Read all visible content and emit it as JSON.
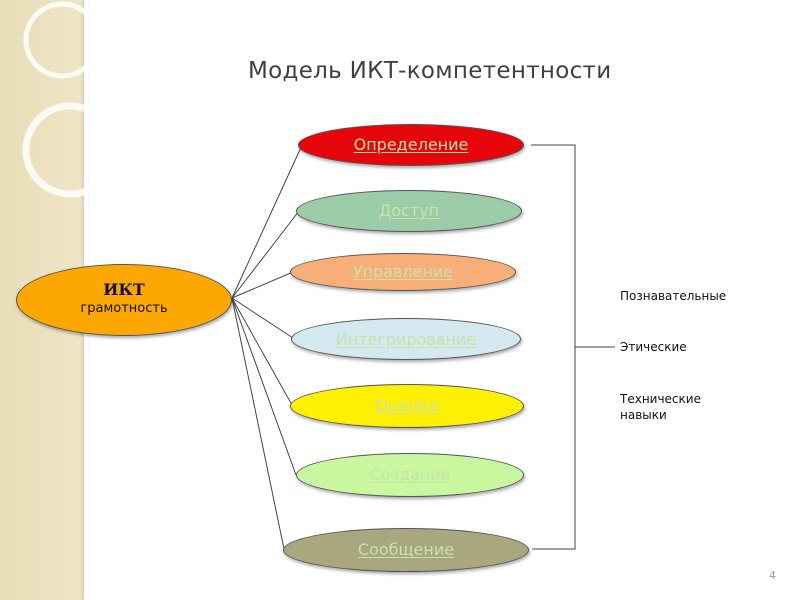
{
  "title": "Модель ИКТ-компетентности",
  "center_node": {
    "line1": "ИКТ",
    "line2": "грамотность"
  },
  "nodes": [
    {
      "label": "Определение",
      "color": "#e5050a"
    },
    {
      "label": "Доступ",
      "color": "#9ccba8"
    },
    {
      "label": "Управление",
      "color": "#f7ae78"
    },
    {
      "label": "Интегрирование",
      "color": "#d4e8ef"
    },
    {
      "label": "Оценка",
      "color": "#ffef00"
    },
    {
      "label": "Создание",
      "color": "#c8f7a0"
    },
    {
      "label": "Сообщение",
      "color": "#a9a77f"
    }
  ],
  "right_labels": {
    "cognitive": "Познавательные",
    "ethical": "Этические",
    "technical": "Технические навыки"
  },
  "page_number": "4"
}
